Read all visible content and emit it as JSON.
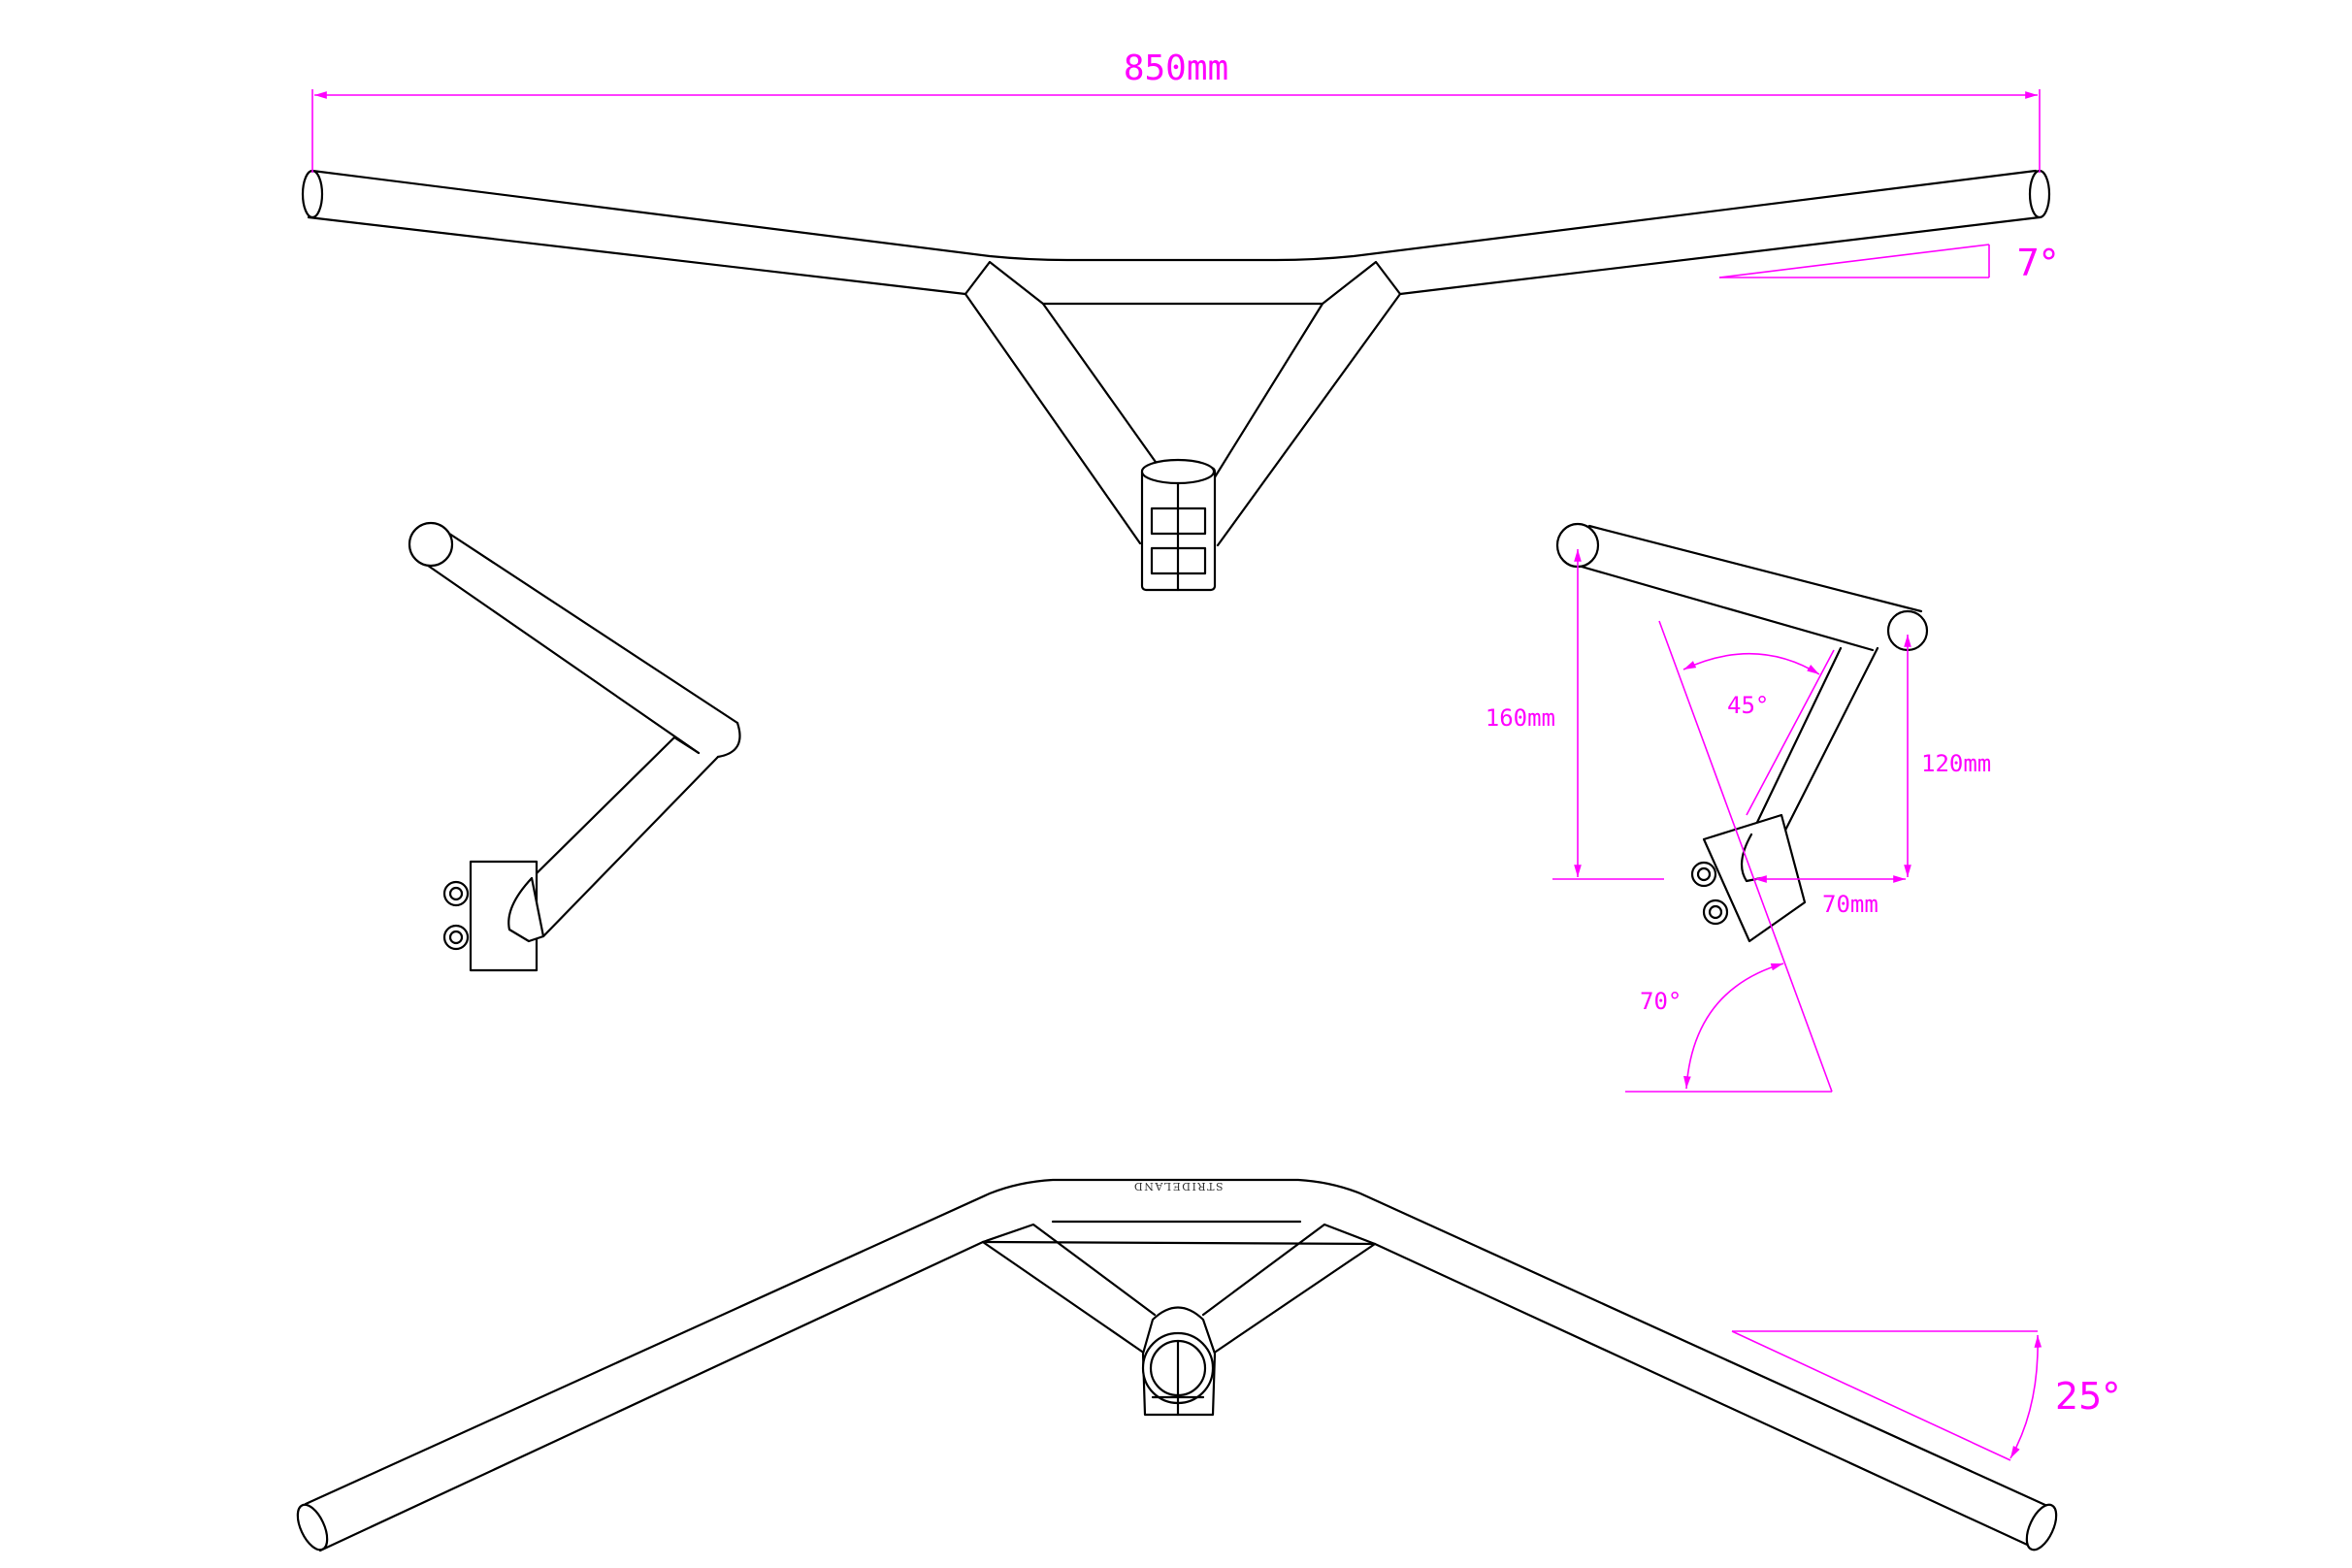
{
  "colors": {
    "line": "#000000",
    "dimension": "#ff00ff",
    "background": "#ffffff"
  },
  "dimensions": {
    "width_label": "850mm",
    "sweep_angle_label": "7°",
    "rise_160_label": "160mm",
    "angle_45_label": "45°",
    "rise_120_label": "120mm",
    "reach_70_label": "70mm",
    "angle_70_label": "70°",
    "angle_25_label": "25°"
  },
  "brand": {
    "text": "STRIDELAND"
  }
}
